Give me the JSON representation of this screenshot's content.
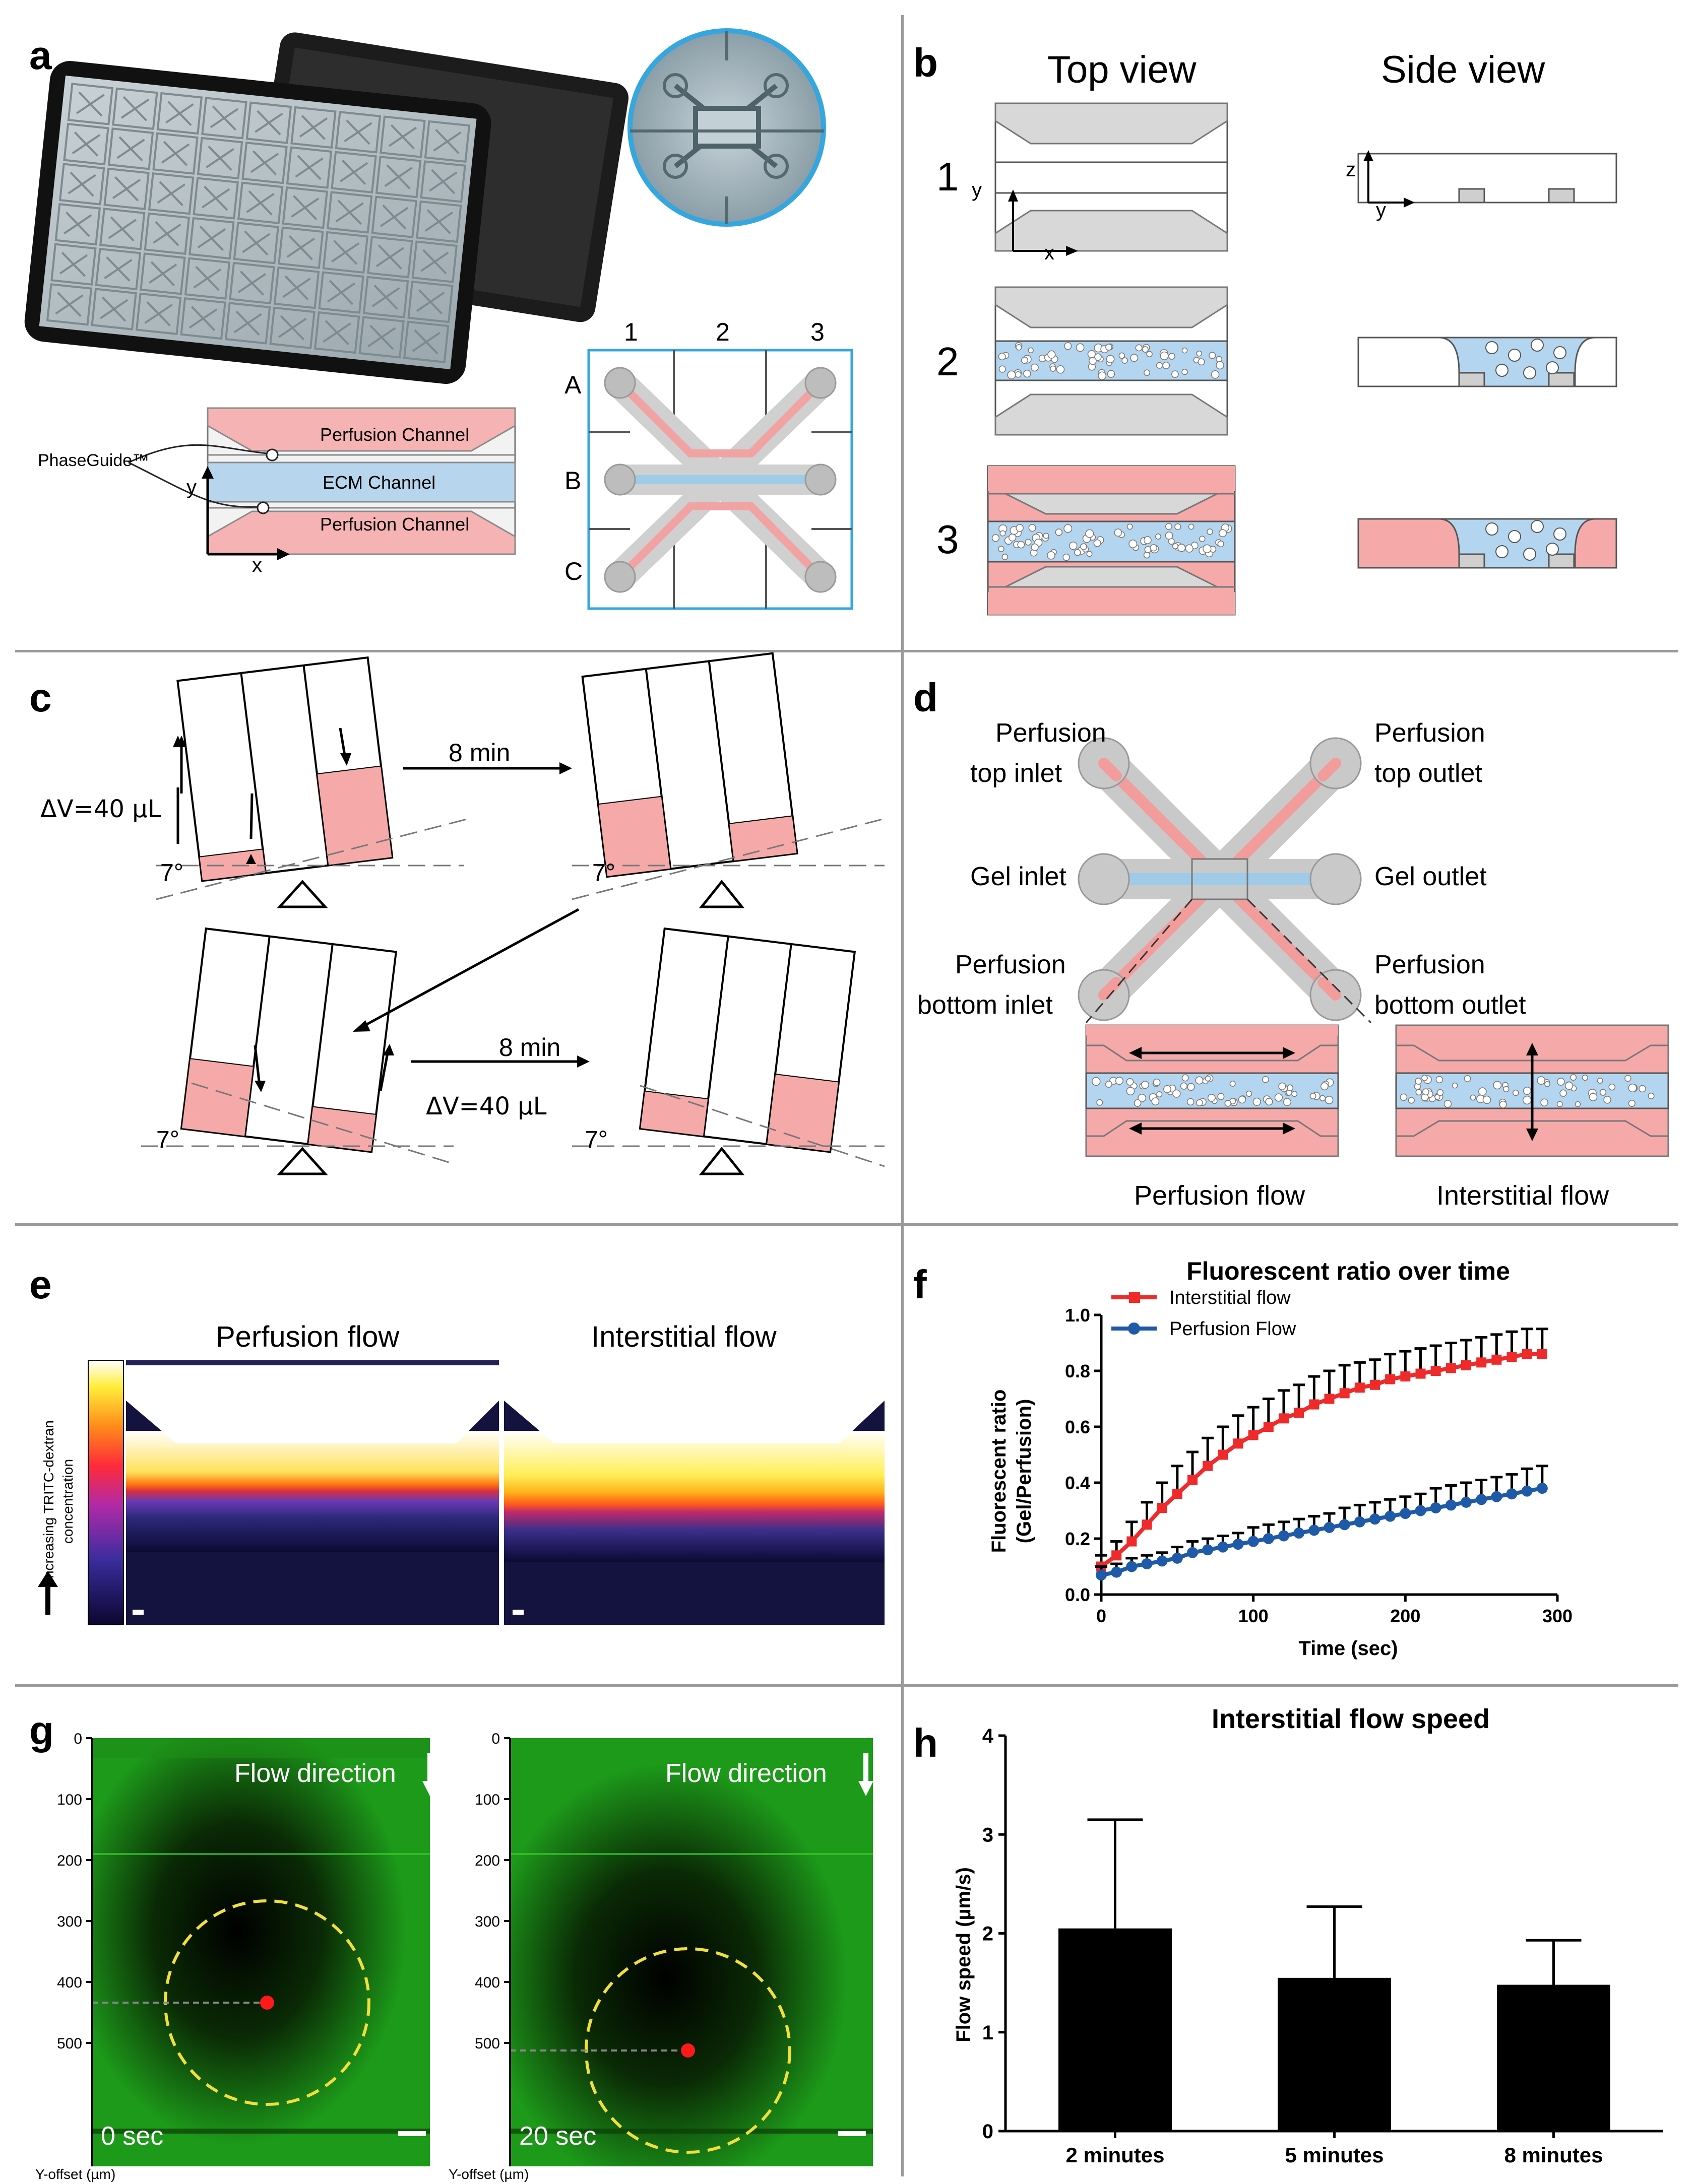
{
  "panels": {
    "a": "a",
    "b": "b",
    "c": "c",
    "d": "d",
    "e": "e",
    "f": "f",
    "g": "g",
    "h": "h"
  },
  "panel_a": {
    "channel_top": "Perfusion Channel",
    "channel_mid": "ECM Channel",
    "channel_bot": "Perfusion Channel",
    "phaseguide": "PhaseGuide™",
    "axis_y": "y",
    "axis_x": "x",
    "cols": [
      "1",
      "2",
      "3"
    ],
    "rows": [
      "A",
      "B",
      "C"
    ]
  },
  "panel_b": {
    "top_view": "Top view",
    "side_view": "Side view",
    "steps": [
      "1",
      "2",
      "3"
    ],
    "axis_x": "x",
    "axis_y": "y",
    "axis_z": "z"
  },
  "panel_c": {
    "time1": "8 min",
    "time2": "8 min",
    "dv1": "ΔV=40 µL",
    "dv2": "ΔV=40 µL",
    "angle": "7°"
  },
  "panel_d": {
    "perf_top_inlet_1": "Perfusion",
    "perf_top_inlet_2": "top inlet",
    "perf_top_outlet_1": "Perfusion",
    "perf_top_outlet_2": "top outlet",
    "gel_inlet": "Gel inlet",
    "gel_outlet": "Gel outlet",
    "perf_bot_inlet_1": "Perfusion",
    "perf_bot_inlet_2": "bottom inlet",
    "perf_bot_outlet_1": "Perfusion",
    "perf_bot_outlet_2": "bottom outlet",
    "perfusion_flow": "Perfusion flow",
    "interstitial_flow": "Interstitial flow"
  },
  "panel_e": {
    "title_left": "Perfusion flow",
    "title_right": "Interstitial flow",
    "colorbar_label_1": "Increasing TRITC-dextran",
    "colorbar_label_2": "concentration"
  },
  "panel_g": {
    "flow_direction": "Flow direction",
    "time_left": "0 sec",
    "time_right": "20 sec",
    "ylabel": "Y-offset (µm)",
    "yticks": [
      "0",
      "100",
      "200",
      "300",
      "400",
      "500"
    ]
  },
  "chart_data": [
    {
      "type": "line",
      "title": "Fluorescent ratio over time",
      "xlabel": "Time (sec)",
      "ylabel_1": "Fluorescent ratio",
      "ylabel_2": "(Gel/Perfusion)",
      "xlim": [
        0,
        300
      ],
      "ylim": [
        0,
        1.0
      ],
      "xticks": [
        "0",
        "100",
        "200",
        "300"
      ],
      "yticks": [
        "0.0",
        "0.2",
        "0.4",
        "0.6",
        "0.8",
        "1.0"
      ],
      "legend": "top-left",
      "series": [
        {
          "name": "Interstitial flow",
          "color": "#ee2a2a",
          "x": [
            0,
            10,
            20,
            30,
            40,
            50,
            60,
            70,
            80,
            90,
            100,
            110,
            120,
            130,
            140,
            150,
            160,
            170,
            180,
            190,
            200,
            210,
            220,
            230,
            240,
            250,
            260,
            270,
            280,
            290
          ],
          "y": [
            0.1,
            0.14,
            0.19,
            0.25,
            0.31,
            0.36,
            0.41,
            0.46,
            0.5,
            0.54,
            0.57,
            0.6,
            0.63,
            0.65,
            0.68,
            0.7,
            0.72,
            0.74,
            0.75,
            0.77,
            0.78,
            0.79,
            0.8,
            0.81,
            0.82,
            0.83,
            0.84,
            0.85,
            0.86,
            0.86
          ],
          "err": [
            0.04,
            0.05,
            0.07,
            0.08,
            0.09,
            0.1,
            0.1,
            0.1,
            0.1,
            0.1,
            0.1,
            0.1,
            0.1,
            0.1,
            0.1,
            0.1,
            0.1,
            0.09,
            0.09,
            0.09,
            0.09,
            0.09,
            0.09,
            0.09,
            0.09,
            0.09,
            0.09,
            0.09,
            0.09,
            0.09
          ]
        },
        {
          "name": "Perfusion Flow",
          "color": "#1f5aa8",
          "x": [
            0,
            10,
            20,
            30,
            40,
            50,
            60,
            70,
            80,
            90,
            100,
            110,
            120,
            130,
            140,
            150,
            160,
            170,
            180,
            190,
            200,
            210,
            220,
            230,
            240,
            250,
            260,
            270,
            280,
            290
          ],
          "y": [
            0.07,
            0.08,
            0.1,
            0.11,
            0.12,
            0.13,
            0.15,
            0.16,
            0.17,
            0.18,
            0.19,
            0.2,
            0.21,
            0.22,
            0.23,
            0.24,
            0.25,
            0.26,
            0.27,
            0.28,
            0.29,
            0.3,
            0.31,
            0.32,
            0.33,
            0.34,
            0.35,
            0.36,
            0.37,
            0.38
          ],
          "err": [
            0.03,
            0.03,
            0.03,
            0.03,
            0.03,
            0.04,
            0.04,
            0.04,
            0.04,
            0.04,
            0.05,
            0.05,
            0.05,
            0.05,
            0.05,
            0.05,
            0.06,
            0.06,
            0.06,
            0.06,
            0.06,
            0.06,
            0.07,
            0.07,
            0.07,
            0.07,
            0.07,
            0.07,
            0.08,
            0.08
          ]
        }
      ]
    },
    {
      "type": "bar",
      "title": "Interstitial flow speed",
      "ylabel": "Flow speed (µm/s)",
      "ylim": [
        0,
        4
      ],
      "yticks": [
        "0",
        "1",
        "2",
        "3",
        "4"
      ],
      "categories": [
        "2 minutes",
        "5 minutes",
        "8 minutes"
      ],
      "values": [
        2.05,
        1.55,
        1.48
      ],
      "err": [
        1.1,
        0.72,
        0.45
      ]
    }
  ]
}
